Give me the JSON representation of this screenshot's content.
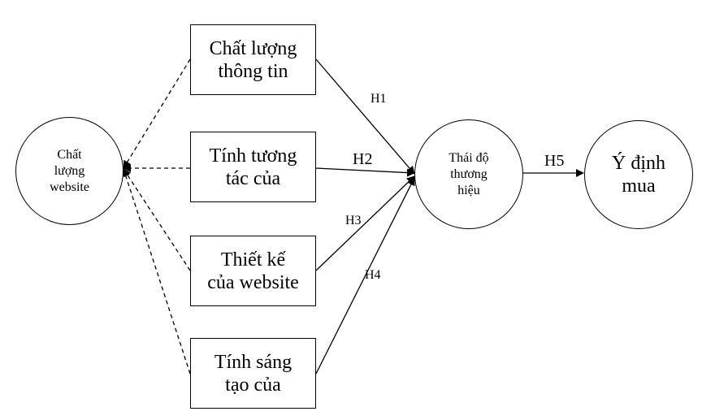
{
  "nodes": {
    "website_quality": [
      "Chất",
      "lượng",
      "website"
    ],
    "info_quality": [
      "Chất lượng",
      "thông tin"
    ],
    "interactivity": [
      "Tính tương",
      "tác của"
    ],
    "design": [
      "Thiết kế",
      "của website"
    ],
    "creativity": [
      "Tính sáng",
      "tạo của"
    ],
    "brand_attitude": [
      "Thái độ",
      "thương",
      "hiệu"
    ],
    "purchase_intent": [
      "Ý định",
      "mua"
    ]
  },
  "hypotheses": {
    "h1": "H1",
    "h2": "H2",
    "h3": "H3",
    "h4": "H4",
    "h5": "H5"
  }
}
